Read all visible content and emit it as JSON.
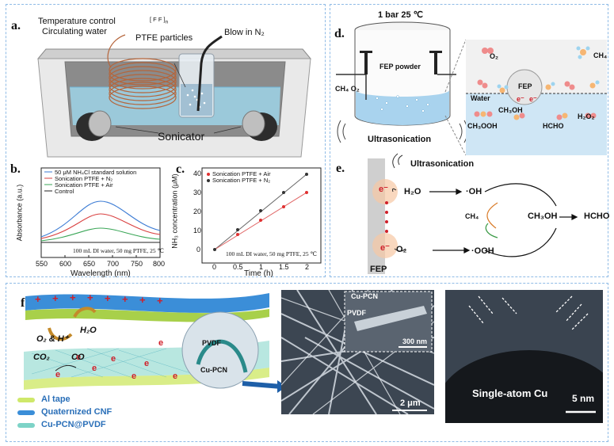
{
  "panel_a": {
    "label": "a.",
    "temp_control": "Temperature control",
    "circ_water": "Circulating water",
    "ptfe_particles": "PTFE particles",
    "blow_n2": "Blow in N₂",
    "sonicator": "Sonicator",
    "formula_f": "F",
    "formula_n": "n"
  },
  "panel_b": {
    "label": "b.",
    "legend": [
      "50 μM NH₄Cl standard solution",
      "Sonication PTFE + N₂",
      "Sonication PTFE + Air",
      "Control"
    ],
    "xlabel": "Wavelength (nm)",
    "ylabel": "Absorbance (a.u.)",
    "note": "100 mL DI water, 50 mg PTFE, 25 ℃",
    "xticks": [
      "550",
      "600",
      "650",
      "700",
      "750",
      "800"
    ]
  },
  "panel_c": {
    "label": "c.",
    "legend": [
      "Sonication PTFE + Air",
      "Sonication PTFE + N₂"
    ],
    "xlabel": "Time (h)",
    "ylabel": "NH₃ concentration (μM)",
    "note": "100 mL DI water, 50 mg PTFE, 25 ℃",
    "xticks": [
      "0",
      "0.5",
      "1",
      "1.5",
      "2"
    ],
    "yticks": [
      "0",
      "10",
      "20",
      "30",
      "40"
    ]
  },
  "panel_d": {
    "label": "d.",
    "conditions": "1 bar  25 ℃",
    "fep_powder": "FEP powder",
    "ch4o2": "CH₄ O₂",
    "ultrasonication": "Ultrasonication",
    "o2": "O₂",
    "ch4": "CH₄",
    "fep": "FEP",
    "water": "Water",
    "electron": "e⁻",
    "ch3oh": "CH₃OH",
    "ch3ooh": "CH₃OOH",
    "hcho": "HCHO",
    "h2o2": "H₂O₂"
  },
  "panel_e": {
    "label": "e.",
    "ultrasonication": "Ultrasonication",
    "h2o": "H₂O",
    "oh": "·OH",
    "ch4": "CH₄",
    "ch3oh": "CH₃OH",
    "hcho": "HCHO",
    "o2": "O₂",
    "ooh": "·OOH",
    "fep": "FEP",
    "electron": "e⁻"
  },
  "panel_f": {
    "label": "f.",
    "o2h": "O₂ & H⁺",
    "h2o": "H₂O",
    "co2": "CO₂",
    "co": "CO",
    "pvdf": "PVDF",
    "cupcn": "Cu-PCN",
    "legend": [
      "Al tape",
      "Quaternized CNF",
      "Cu-PCN@PVDF"
    ],
    "sem_cupcn": "Cu-PCN",
    "sem_pvdf": "PVDF",
    "scale_300": "300 nm",
    "scale_2um": "2 μm",
    "single_atom": "Single-atom Cu",
    "scale_5nm": "5 nm",
    "electron": "e",
    "plus": "+"
  },
  "colors": {
    "border": "#8fbbe6",
    "electron_red": "#d0202a",
    "water_blue": "#bcd9ee",
    "copper": "#b5653b"
  }
}
